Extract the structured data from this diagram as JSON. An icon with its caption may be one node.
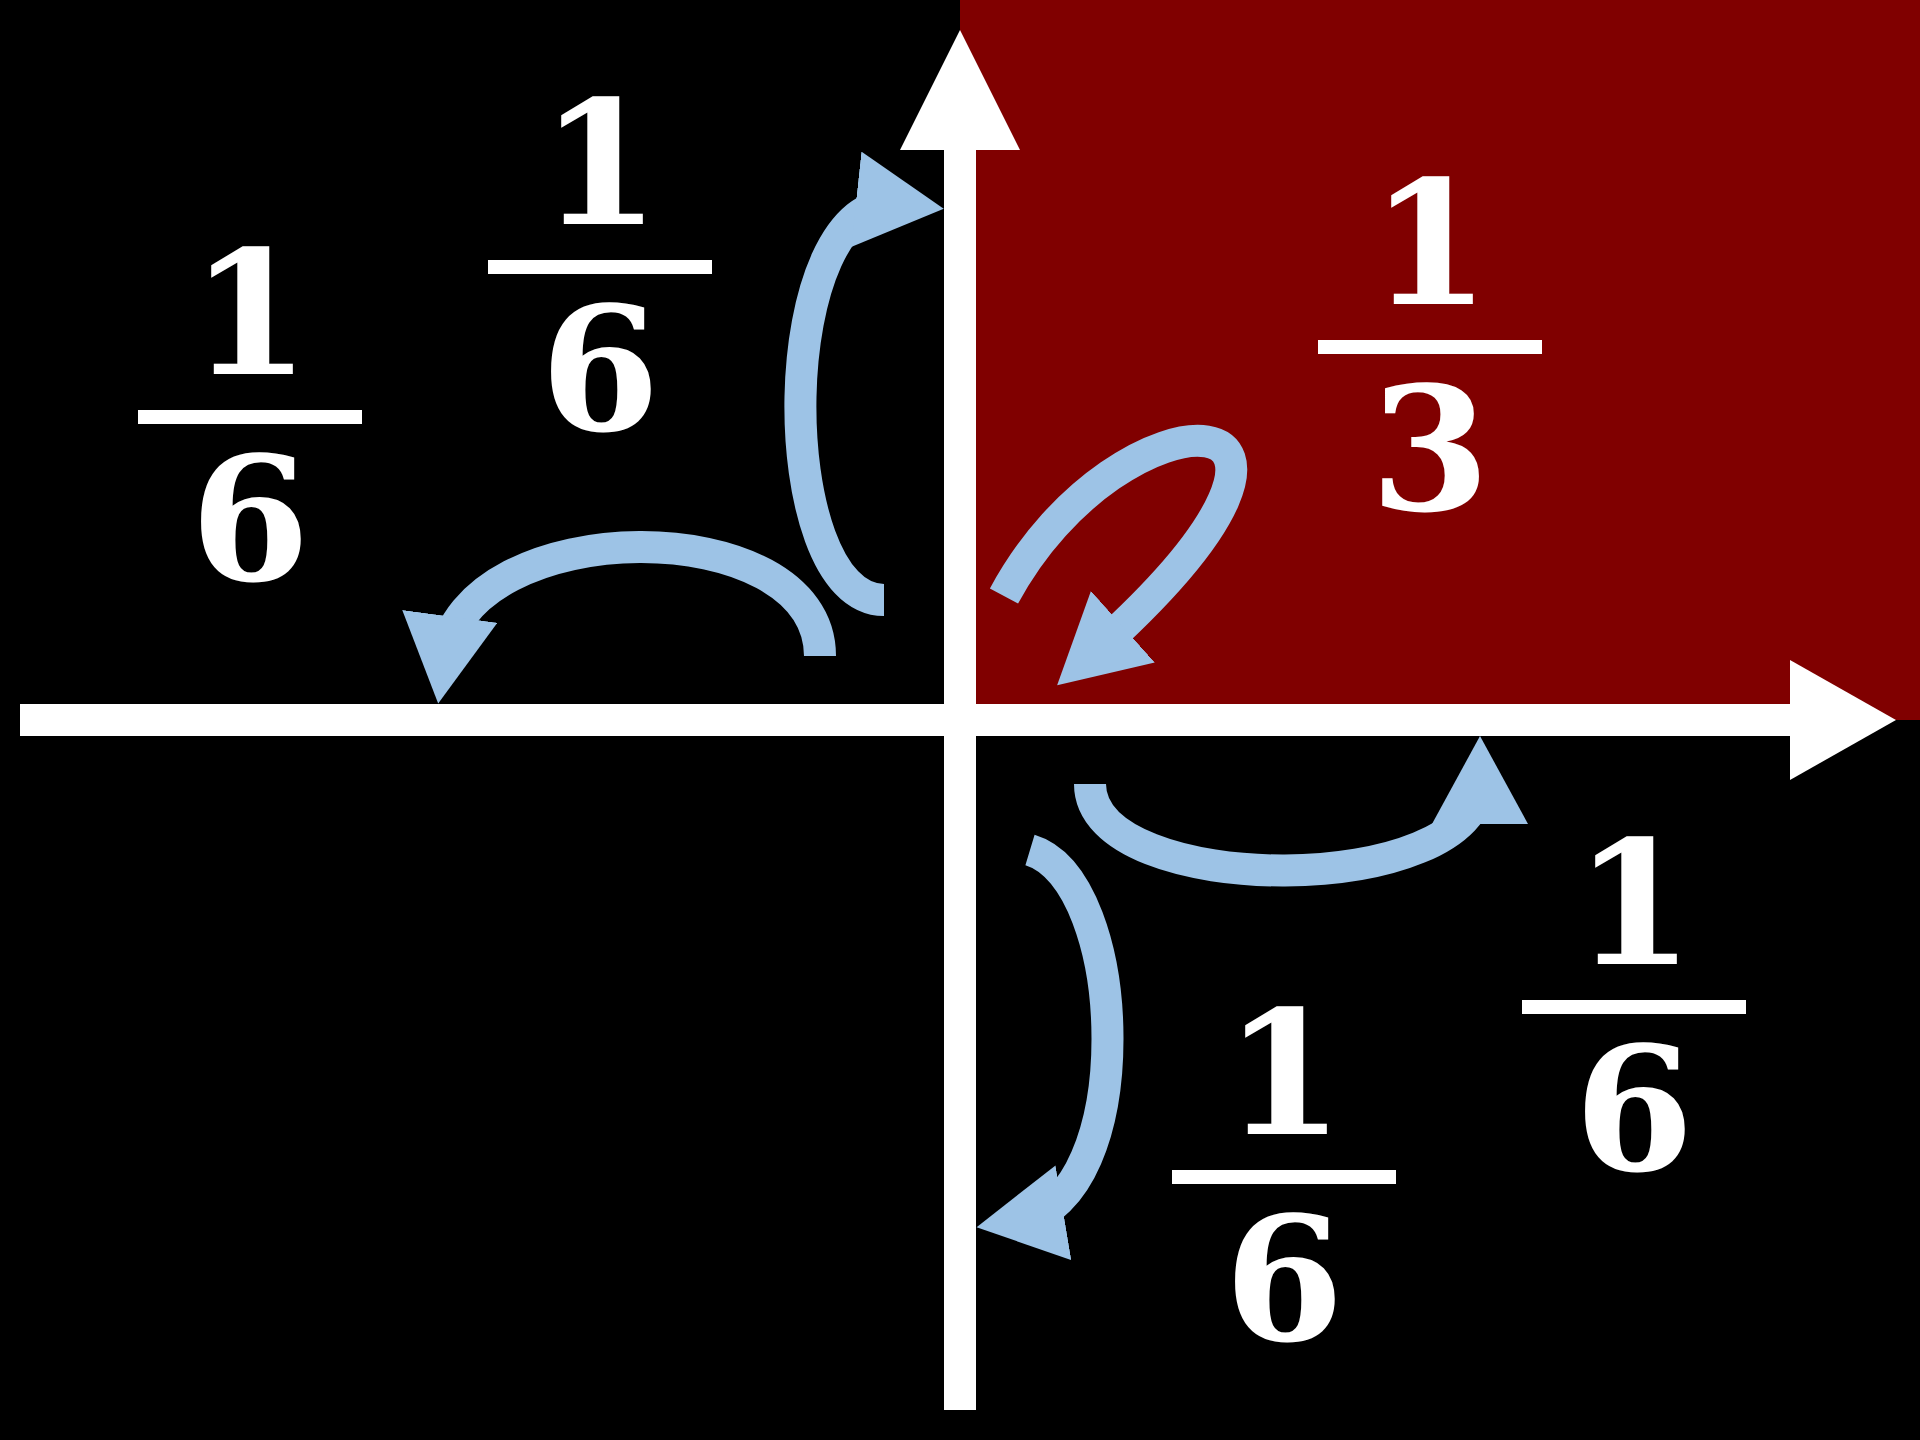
{
  "diagram": {
    "labels": [
      "1",
      "6",
      "1",
      "3",
      "1",
      "6",
      "1",
      "6",
      "1",
      "6"
    ]
  }
}
